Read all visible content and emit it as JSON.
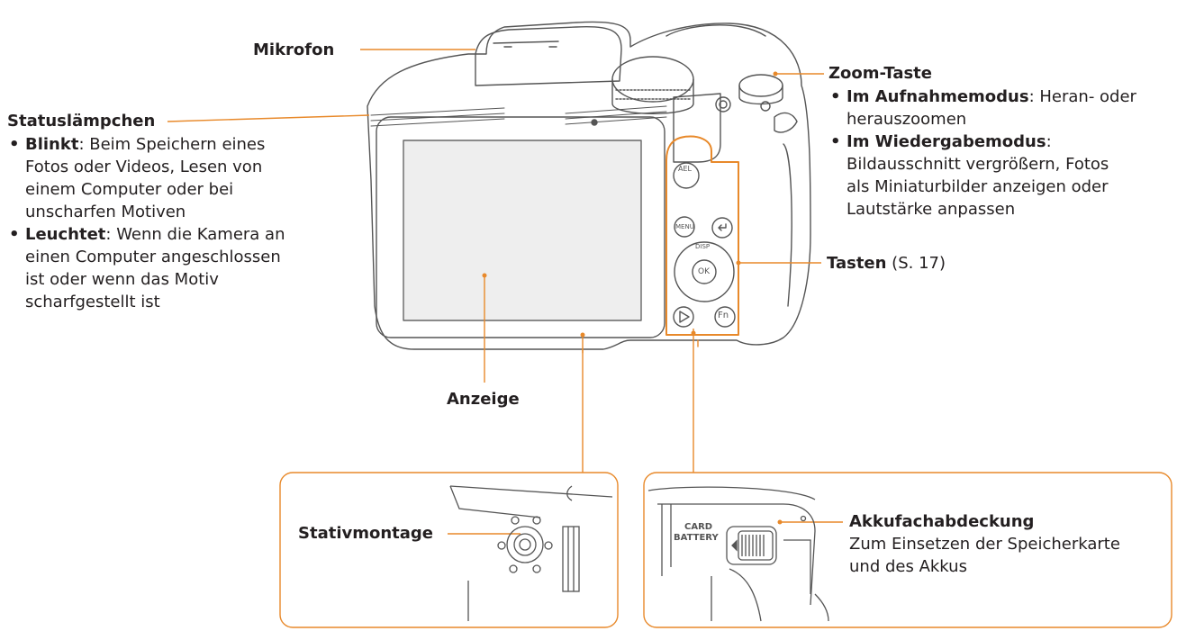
{
  "labels": {
    "mikrofon": "Mikrofon",
    "statuslaempchen": {
      "title": "Statuslämpchen",
      "items": [
        {
          "term": "Blinkt",
          "text": ": Beim Speichern eines",
          "lines": [
            "Fotos oder Videos, Lesen von",
            "einem Computer oder bei",
            "unscharfen Motiven"
          ]
        },
        {
          "term": "Leuchtet",
          "text": ": Wenn die Kamera an",
          "lines": [
            "einen Computer angeschlossen",
            "ist oder wenn das Motiv",
            "scharfgestellt ist"
          ]
        }
      ]
    },
    "anzeige": "Anzeige",
    "zoom": {
      "title": "Zoom-Taste",
      "items": [
        {
          "term": "Im Aufnahmemodus",
          "text": ": Heran- oder",
          "lines": [
            "herauszoomen"
          ]
        },
        {
          "term": "Im Wiedergabemodus",
          "text": ":",
          "lines": [
            "Bildausschnitt vergrößern, Fotos",
            "als Miniaturbilder anzeigen oder",
            "Lautstärke anpassen"
          ]
        }
      ]
    },
    "tasten": {
      "title": "Tasten",
      "ref": " (S. 17)"
    },
    "stativmontage": "Stativmontage",
    "akku": {
      "title": "Akkufachabdeckung",
      "lines": [
        "Zum Einsetzen der Speicherkarte",
        "und des Akkus"
      ]
    }
  },
  "camera_buttons": {
    "ael": "AEL",
    "menu": "MENU",
    "ok": "OK",
    "disp": "DISP",
    "fn": "Fn",
    "card": "CARD",
    "battery": "BATTERY"
  },
  "colors": {
    "accent": "#e8892a",
    "line": "#555555",
    "text": "#231f20"
  }
}
